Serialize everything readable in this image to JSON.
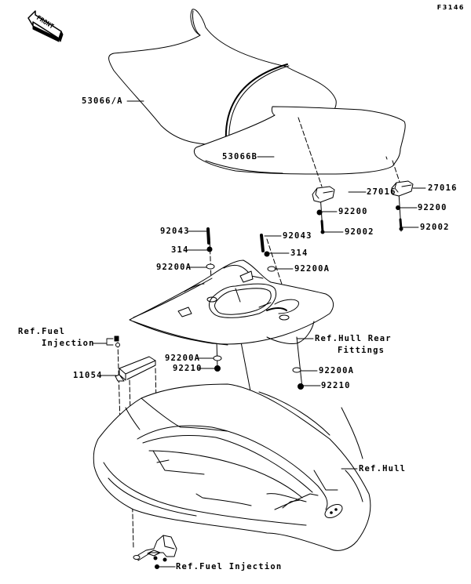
{
  "figure_id": "F3146",
  "orientation": {
    "icon": "front-arrow-icon",
    "label": "FRONT"
  },
  "callouts": [
    {
      "id": "seat-front",
      "part": "53066/A"
    },
    {
      "id": "seat-rear",
      "part": "53066B"
    },
    {
      "id": "stopper-left",
      "part": "27016"
    },
    {
      "id": "stopper-right",
      "part": "27016"
    },
    {
      "id": "washer-stopper-left",
      "part": "92200"
    },
    {
      "id": "washer-stopper-right",
      "part": "92200"
    },
    {
      "id": "screw-left",
      "part": "92002"
    },
    {
      "id": "screw-right",
      "part": "92002"
    },
    {
      "id": "bolt-left",
      "part": "92043"
    },
    {
      "id": "bolt-right",
      "part": "92043"
    },
    {
      "id": "nut-left",
      "part": "314"
    },
    {
      "id": "nut-right",
      "part": "314"
    },
    {
      "id": "washer-upper-left",
      "part": "92200A"
    },
    {
      "id": "washer-upper-right",
      "part": "92200A"
    },
    {
      "id": "ref-fuel-injection-top",
      "part": "Ref.Fuel",
      "part2": "Injection"
    },
    {
      "id": "bracket",
      "part": "11054"
    },
    {
      "id": "washer-lower-left",
      "part": "92200A"
    },
    {
      "id": "nut-lower-left",
      "part": "92210"
    },
    {
      "id": "ref-hull-rear-fittings",
      "part": "Ref.Hull Rear",
      "part2": "Fittings"
    },
    {
      "id": "washer-lower-right",
      "part": "92200A"
    },
    {
      "id": "nut-lower-right",
      "part": "92210"
    },
    {
      "id": "ref-hull",
      "part": "Ref.Hull"
    },
    {
      "id": "ref-fuel-injection-bottom",
      "part": "Ref.Fuel Injection"
    }
  ],
  "parts": [
    "front-seat",
    "rear-seat",
    "seat-stopper",
    "seat-bracket-frame",
    "hull",
    "fuel-injection-bracket"
  ]
}
